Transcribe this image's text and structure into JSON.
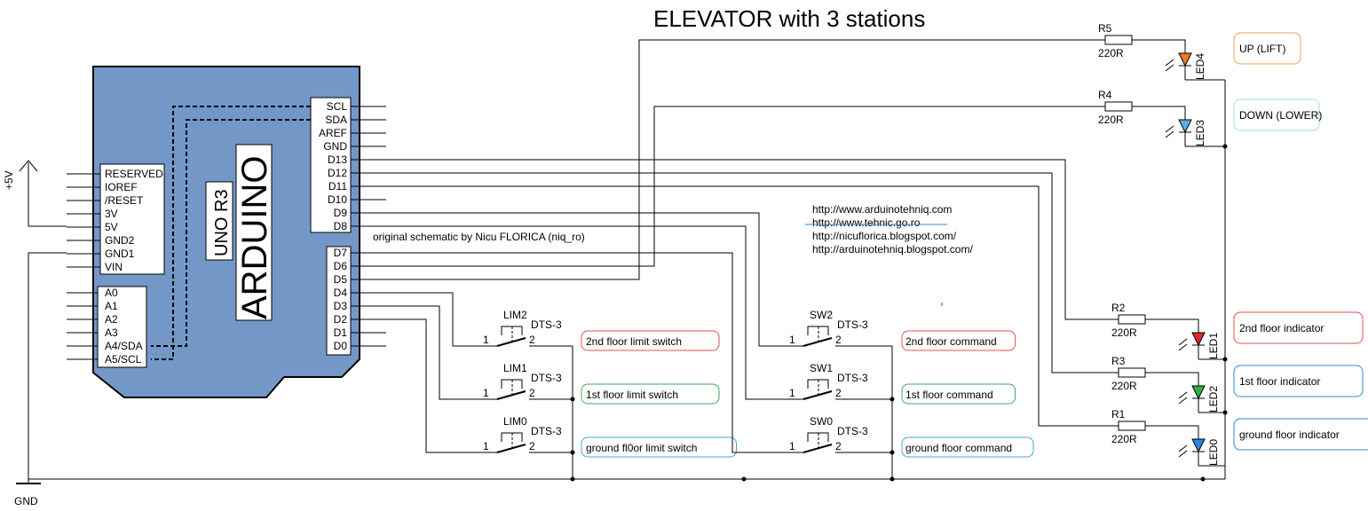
{
  "title": "ELEVATOR with 3 stations",
  "credit": "original schematic by Nicu FLORICA (niq_ro)",
  "links": [
    "http://www.arduinotehniq.com",
    "http://www.tehnic.go.ro",
    "http://nicuflorica.blogspot.com/",
    "http://arduinotehniq.blogspot.com/"
  ],
  "board": {
    "brand": "ARDUINO",
    "model": "UNO R3",
    "power_pins": [
      "RESERVED",
      "IOREF",
      "/RESET",
      "3V",
      "5V",
      "GND2",
      "GND1",
      "VIN"
    ],
    "analog_pins": [
      "A0",
      "A1",
      "A2",
      "A3",
      "A4/SDA",
      "A5/SCL"
    ],
    "top_pins": [
      "SCL",
      "SDA",
      "AREF",
      "GND",
      "D13",
      "D12",
      "D11",
      "D10",
      "D9",
      "D8"
    ],
    "bottom_pins": [
      "D7",
      "D6",
      "D5",
      "D4",
      "D3",
      "D2",
      "D1",
      "D0"
    ]
  },
  "power": {
    "supply": "+5V",
    "ground": "GND"
  },
  "leds": [
    {
      "ref": "LED4",
      "res": "R5",
      "value": "220R",
      "label": "UP (LIFT)",
      "color": "#f07820",
      "box": "#f0a050"
    },
    {
      "ref": "LED3",
      "res": "R4",
      "value": "220R",
      "label": "DOWN (LOWER)",
      "color": "#58b0e8",
      "box": "#a8d8f0"
    },
    {
      "ref": "LED1",
      "res": "R2",
      "value": "220R",
      "label": "2nd floor indicator",
      "color": "#e02828",
      "box": "#e05050"
    },
    {
      "ref": "LED2",
      "res": "R3",
      "value": "220R",
      "label": "1st floor indicator",
      "color": "#30b040",
      "box": "#3088d0"
    },
    {
      "ref": "LED0",
      "res": "R1",
      "value": "220R",
      "label": "ground floor indicator",
      "color": "#2888e0",
      "box": "#3088d0"
    }
  ],
  "limit_switches": [
    {
      "ref": "LIM2",
      "type": "DTS-3",
      "pin1": "1",
      "pin2": "2",
      "label": "2nd floor limit switch",
      "box": "#e05050"
    },
    {
      "ref": "LIM1",
      "type": "DTS-3",
      "pin1": "1",
      "pin2": "2",
      "label": "1st floor limit switch",
      "box": "#40a860"
    },
    {
      "ref": "LIM0",
      "type": "DTS-3",
      "pin1": "1",
      "pin2": "2",
      "label": "ground fl0or limit switch",
      "box": "#40a8d8"
    }
  ],
  "command_switches": [
    {
      "ref": "SW2",
      "type": "DTS-3",
      "pin1": "1",
      "pin2": "2",
      "label": "2nd floor command",
      "box": "#e05050"
    },
    {
      "ref": "SW1",
      "type": "DTS-3",
      "pin1": "1",
      "pin2": "2",
      "label": "1st floor command",
      "box": "#40a860"
    },
    {
      "ref": "SW0",
      "type": "DTS-3",
      "pin1": "1",
      "pin2": "2",
      "label": "ground floor command",
      "box": "#40a8d8"
    }
  ],
  "colors": {
    "board_fill": "#7398c8",
    "wire": "#000000"
  }
}
